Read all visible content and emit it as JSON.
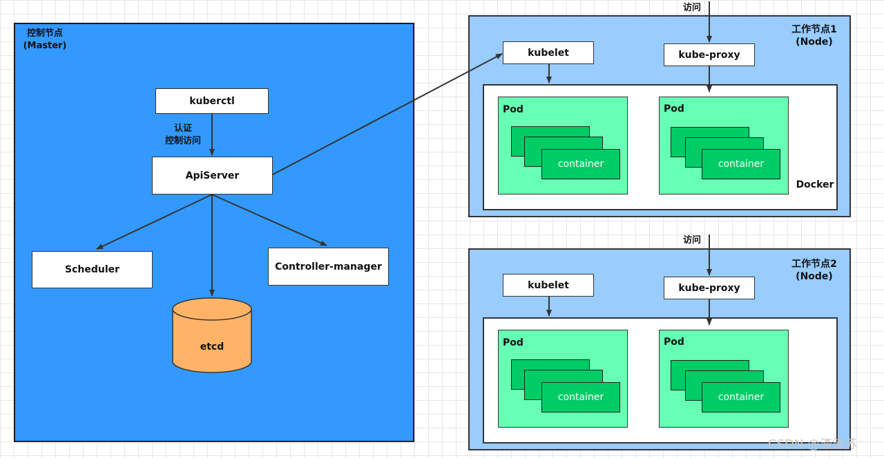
{
  "master": {
    "title": "控制节点",
    "subtitle": "(Master)"
  },
  "master_components": {
    "kuberctl": "kuberctl",
    "auth_line1": "认证",
    "auth_line2": "控制访问",
    "apiserver": "ApiServer",
    "scheduler": "Scheduler",
    "controller": "Controller-manager",
    "etcd": "etcd"
  },
  "nodes": [
    {
      "title": "工作节点1",
      "subtitle": "(Node)",
      "access": "访问",
      "kubelet": "kubelet",
      "kube_proxy": "kube-proxy",
      "runtime": "Docker",
      "pods": [
        {
          "label": "Pod",
          "containers": [
            "",
            "",
            "container"
          ]
        },
        {
          "label": "Pod",
          "containers": [
            "",
            "",
            "container"
          ]
        }
      ]
    },
    {
      "title": "工作节点2",
      "subtitle": "(Node)",
      "access": "访问",
      "kubelet": "kubelet",
      "kube_proxy": "kube-proxy",
      "runtime": "",
      "pods": [
        {
          "label": "Pod",
          "containers": [
            "",
            "",
            "container"
          ]
        },
        {
          "label": "Pod",
          "containers": [
            "",
            "",
            "container"
          ]
        }
      ]
    }
  ],
  "watermark": "CSDN @渣渣苏",
  "colors": {
    "master_bg": "#3399ff",
    "node_bg": "#99ccff",
    "pod_bg": "#66ffb3",
    "container_bg": "#00cc66",
    "etcd_bg": "#ffb366"
  }
}
